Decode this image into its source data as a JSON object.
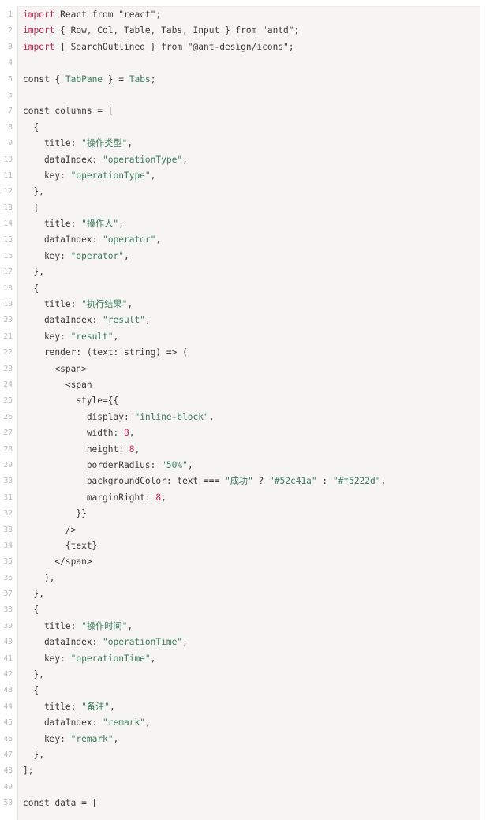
{
  "code_block": {
    "language": "tsx",
    "lines": [
      {
        "n": "1",
        "tokens": [
          {
            "t": "import",
            "c": "kw"
          },
          {
            "t": " React from \"react\";",
            "c": ""
          }
        ]
      },
      {
        "n": "2",
        "tokens": [
          {
            "t": "import",
            "c": "kw"
          },
          {
            "t": " { Row, Col, Table, Tabs, Input } from \"antd\";",
            "c": ""
          }
        ]
      },
      {
        "n": "3",
        "tokens": [
          {
            "t": "import",
            "c": "kw"
          },
          {
            "t": " { SearchOutlined } from \"@ant-design/icons\";",
            "c": ""
          }
        ]
      },
      {
        "n": "4",
        "tokens": []
      },
      {
        "n": "5",
        "tokens": [
          {
            "t": "const { ",
            "c": ""
          },
          {
            "t": "TabPane",
            "c": "id"
          },
          {
            "t": " } = ",
            "c": ""
          },
          {
            "t": "Tabs",
            "c": "id"
          },
          {
            "t": ";",
            "c": ""
          }
        ]
      },
      {
        "n": "6",
        "tokens": []
      },
      {
        "n": "7",
        "tokens": [
          {
            "t": "const columns = [",
            "c": ""
          }
        ]
      },
      {
        "n": "8",
        "tokens": [
          {
            "t": "  {",
            "c": ""
          }
        ]
      },
      {
        "n": "9",
        "tokens": [
          {
            "t": "    title: ",
            "c": ""
          },
          {
            "t": "\"操作类型\"",
            "c": "str"
          },
          {
            "t": ",",
            "c": ""
          }
        ]
      },
      {
        "n": "10",
        "tokens": [
          {
            "t": "    dataIndex: ",
            "c": ""
          },
          {
            "t": "\"operationType\"",
            "c": "str"
          },
          {
            "t": ",",
            "c": ""
          }
        ]
      },
      {
        "n": "11",
        "tokens": [
          {
            "t": "    key: ",
            "c": ""
          },
          {
            "t": "\"operationType\"",
            "c": "str"
          },
          {
            "t": ",",
            "c": ""
          }
        ]
      },
      {
        "n": "12",
        "tokens": [
          {
            "t": "  },",
            "c": ""
          }
        ]
      },
      {
        "n": "13",
        "tokens": [
          {
            "t": "  {",
            "c": ""
          }
        ]
      },
      {
        "n": "14",
        "tokens": [
          {
            "t": "    title: ",
            "c": ""
          },
          {
            "t": "\"操作人\"",
            "c": "str"
          },
          {
            "t": ",",
            "c": ""
          }
        ]
      },
      {
        "n": "15",
        "tokens": [
          {
            "t": "    dataIndex: ",
            "c": ""
          },
          {
            "t": "\"operator\"",
            "c": "str"
          },
          {
            "t": ",",
            "c": ""
          }
        ]
      },
      {
        "n": "16",
        "tokens": [
          {
            "t": "    key: ",
            "c": ""
          },
          {
            "t": "\"operator\"",
            "c": "str"
          },
          {
            "t": ",",
            "c": ""
          }
        ]
      },
      {
        "n": "17",
        "tokens": [
          {
            "t": "  },",
            "c": ""
          }
        ]
      },
      {
        "n": "18",
        "tokens": [
          {
            "t": "  {",
            "c": ""
          }
        ]
      },
      {
        "n": "19",
        "tokens": [
          {
            "t": "    title: ",
            "c": ""
          },
          {
            "t": "\"执行结果\"",
            "c": "str"
          },
          {
            "t": ",",
            "c": ""
          }
        ]
      },
      {
        "n": "20",
        "tokens": [
          {
            "t": "    dataIndex: ",
            "c": ""
          },
          {
            "t": "\"result\"",
            "c": "str"
          },
          {
            "t": ",",
            "c": ""
          }
        ]
      },
      {
        "n": "21",
        "tokens": [
          {
            "t": "    key: ",
            "c": ""
          },
          {
            "t": "\"result\"",
            "c": "str"
          },
          {
            "t": ",",
            "c": ""
          }
        ]
      },
      {
        "n": "22",
        "tokens": [
          {
            "t": "    render: (text: string) => (",
            "c": ""
          }
        ]
      },
      {
        "n": "23",
        "tokens": [
          {
            "t": "      <span>",
            "c": ""
          }
        ]
      },
      {
        "n": "24",
        "tokens": [
          {
            "t": "        <span",
            "c": ""
          }
        ]
      },
      {
        "n": "25",
        "tokens": [
          {
            "t": "          style={{",
            "c": ""
          }
        ]
      },
      {
        "n": "26",
        "tokens": [
          {
            "t": "            display: ",
            "c": ""
          },
          {
            "t": "\"inline-block\"",
            "c": "str"
          },
          {
            "t": ",",
            "c": ""
          }
        ]
      },
      {
        "n": "27",
        "tokens": [
          {
            "t": "            width: ",
            "c": ""
          },
          {
            "t": "8",
            "c": "num"
          },
          {
            "t": ",",
            "c": ""
          }
        ]
      },
      {
        "n": "28",
        "tokens": [
          {
            "t": "            height: ",
            "c": ""
          },
          {
            "t": "8",
            "c": "num"
          },
          {
            "t": ",",
            "c": ""
          }
        ]
      },
      {
        "n": "29",
        "tokens": [
          {
            "t": "            borderRadius: ",
            "c": ""
          },
          {
            "t": "\"50%\"",
            "c": "str"
          },
          {
            "t": ",",
            "c": ""
          }
        ]
      },
      {
        "n": "30",
        "tokens": [
          {
            "t": "            backgroundColor: text === ",
            "c": ""
          },
          {
            "t": "\"成功\"",
            "c": "str"
          },
          {
            "t": " ? ",
            "c": ""
          },
          {
            "t": "\"#52c41a\"",
            "c": "str"
          },
          {
            "t": " : ",
            "c": ""
          },
          {
            "t": "\"#f5222d\"",
            "c": "str"
          },
          {
            "t": ",",
            "c": ""
          }
        ]
      },
      {
        "n": "31",
        "tokens": [
          {
            "t": "            marginRight: ",
            "c": ""
          },
          {
            "t": "8",
            "c": "num"
          },
          {
            "t": ",",
            "c": ""
          }
        ]
      },
      {
        "n": "32",
        "tokens": [
          {
            "t": "          }}",
            "c": ""
          }
        ]
      },
      {
        "n": "33",
        "tokens": [
          {
            "t": "        />",
            "c": ""
          }
        ]
      },
      {
        "n": "34",
        "tokens": [
          {
            "t": "        {text}",
            "c": ""
          }
        ]
      },
      {
        "n": "35",
        "tokens": [
          {
            "t": "      </span>",
            "c": ""
          }
        ]
      },
      {
        "n": "36",
        "tokens": [
          {
            "t": "    ),",
            "c": ""
          }
        ]
      },
      {
        "n": "37",
        "tokens": [
          {
            "t": "  },",
            "c": ""
          }
        ]
      },
      {
        "n": "38",
        "tokens": [
          {
            "t": "  {",
            "c": ""
          }
        ]
      },
      {
        "n": "39",
        "tokens": [
          {
            "t": "    title: ",
            "c": ""
          },
          {
            "t": "\"操作时间\"",
            "c": "str"
          },
          {
            "t": ",",
            "c": ""
          }
        ]
      },
      {
        "n": "40",
        "tokens": [
          {
            "t": "    dataIndex: ",
            "c": ""
          },
          {
            "t": "\"operationTime\"",
            "c": "str"
          },
          {
            "t": ",",
            "c": ""
          }
        ]
      },
      {
        "n": "41",
        "tokens": [
          {
            "t": "    key: ",
            "c": ""
          },
          {
            "t": "\"operationTime\"",
            "c": "str"
          },
          {
            "t": ",",
            "c": ""
          }
        ]
      },
      {
        "n": "42",
        "tokens": [
          {
            "t": "  },",
            "c": ""
          }
        ]
      },
      {
        "n": "43",
        "tokens": [
          {
            "t": "  {",
            "c": ""
          }
        ]
      },
      {
        "n": "44",
        "tokens": [
          {
            "t": "    title: ",
            "c": ""
          },
          {
            "t": "\"备注\"",
            "c": "str"
          },
          {
            "t": ",",
            "c": ""
          }
        ]
      },
      {
        "n": "45",
        "tokens": [
          {
            "t": "    dataIndex: ",
            "c": ""
          },
          {
            "t": "\"remark\"",
            "c": "str"
          },
          {
            "t": ",",
            "c": ""
          }
        ]
      },
      {
        "n": "46",
        "tokens": [
          {
            "t": "    key: ",
            "c": ""
          },
          {
            "t": "\"remark\"",
            "c": "str"
          },
          {
            "t": ",",
            "c": ""
          }
        ]
      },
      {
        "n": "47",
        "tokens": [
          {
            "t": "  },",
            "c": ""
          }
        ]
      },
      {
        "n": "48",
        "tokens": [
          {
            "t": "];",
            "c": ""
          }
        ]
      },
      {
        "n": "49",
        "tokens": []
      },
      {
        "n": "50",
        "tokens": [
          {
            "t": "const data = [",
            "c": ""
          }
        ]
      }
    ]
  },
  "colors": {
    "background": "#f6f5f4",
    "keyword": "#c7254e",
    "string": "#3d7a5a",
    "number": "#c7254e",
    "line_number": "#b9b9b9",
    "text": "#3a3a3a"
  }
}
